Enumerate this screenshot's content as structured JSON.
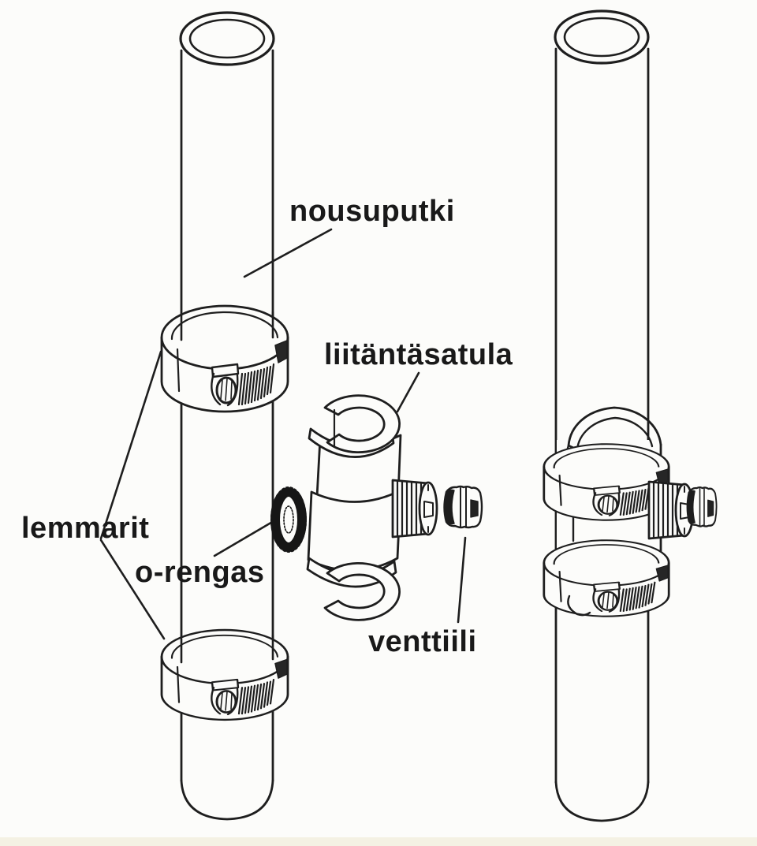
{
  "canvas": {
    "background": "#fcfcfa",
    "footer_strip_color": "#f4f1e3",
    "line_color": "#1e1e1e",
    "text_color": "#191919"
  },
  "diagram": {
    "labels": {
      "riser_pipe": "nousuputki",
      "connection_saddle": "liitäntäsatula",
      "hose_clamps": "lemmarit",
      "o_ring": "o-rengas",
      "valve": "venttiili"
    }
  }
}
